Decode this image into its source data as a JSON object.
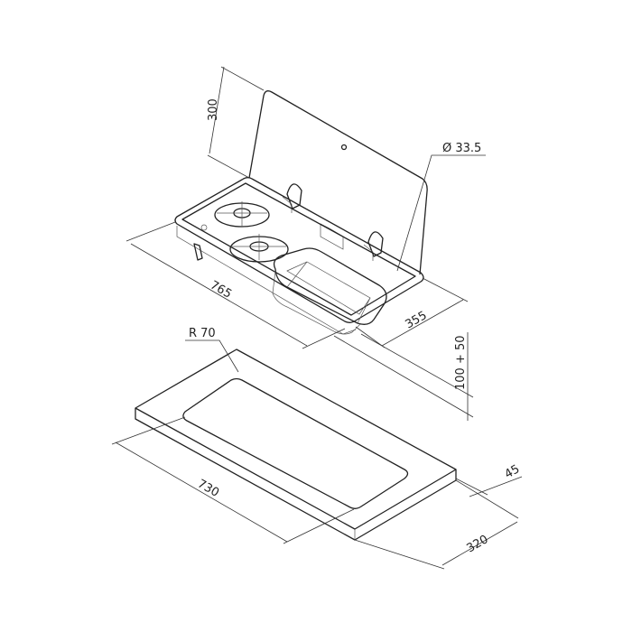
{
  "title": "Hob-sink combination with glass lid and countertop cutout",
  "dimensions": {
    "lid_height": "300",
    "hole_diameter": "Ø 33.5",
    "unit_length": "765",
    "unit_depth": "355",
    "install_depth": "100 + 50",
    "corner_radius": "R 70",
    "cutout_length": "730",
    "edge_offset": "45",
    "cutout_depth": "320"
  }
}
